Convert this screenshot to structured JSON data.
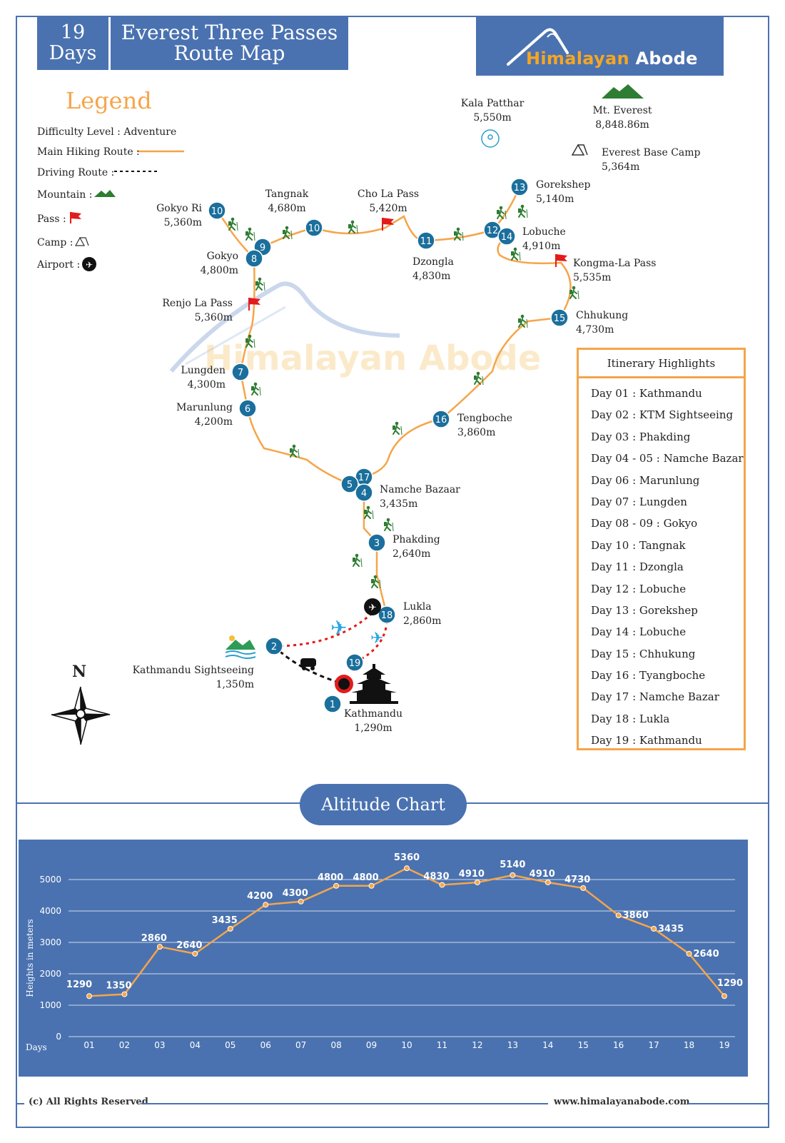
{
  "header": {
    "days_number": "19",
    "days_label": "Days",
    "title_line1": "Everest Three Passes",
    "title_line2": "Route Map",
    "logo_word1": "Himalayan",
    "logo_word2": "Abode",
    "watermark": "Himalayan Abode"
  },
  "legend": {
    "title": "Legend",
    "difficulty_label": "Difficulty Level :",
    "difficulty_value": "Adventure",
    "main_route_label": "Main Hiking Route :",
    "driving_route_label": "Driving Route :",
    "mountain_label": "Mountain :",
    "pass_label": "Pass :",
    "camp_label": "Camp :",
    "airport_label": "Airport :"
  },
  "places": {
    "kala_patthar": {
      "name": "Kala Patthar",
      "alt": "5,550m"
    },
    "mt_everest": {
      "name": "Mt. Everest",
      "alt": "8,848.86m"
    },
    "everest_base_camp": {
      "name": "Everest Base Camp",
      "alt": "5,364m"
    },
    "gokyo_ri": {
      "name": "Gokyo Ri",
      "alt": "5,360m"
    },
    "tangnak": {
      "name": "Tangnak",
      "alt": "4,680m"
    },
    "cho_la": {
      "name": "Cho La Pass",
      "alt": "5,420m"
    },
    "gorekshep": {
      "name": "Gorekshep",
      "alt": "5,140m"
    },
    "lobuche": {
      "name": "Lobuche",
      "alt": "4,910m"
    },
    "dzongla": {
      "name": "Dzongla",
      "alt": "4,830m"
    },
    "gokyo": {
      "name": "Gokyo",
      "alt": "4,800m"
    },
    "kongma_la": {
      "name": "Kongma-La Pass",
      "alt": "5,535m"
    },
    "renjo_la": {
      "name": "Renjo La Pass",
      "alt": "5,360m"
    },
    "chhukung": {
      "name": "Chhukung",
      "alt": "4,730m"
    },
    "lungden": {
      "name": "Lungden",
      "alt": "4,300m"
    },
    "marunlung": {
      "name": "Marunlung",
      "alt": "4,200m"
    },
    "tengboche": {
      "name": "Tengboche",
      "alt": "3,860m"
    },
    "namche": {
      "name": "Namche Bazaar",
      "alt": "3,435m"
    },
    "phakding": {
      "name": "Phakding",
      "alt": "2,640m"
    },
    "lukla": {
      "name": "Lukla",
      "alt": "2,860m"
    },
    "ktm_sightseeing": {
      "name": "Kathmandu Sightseeing",
      "alt": "1,350m"
    },
    "kathmandu": {
      "name": "Kathmandu",
      "alt": "1,290m"
    }
  },
  "markers": [
    "10",
    "9",
    "8",
    "10",
    "11",
    "13",
    "12",
    "14",
    "15",
    "7",
    "6",
    "16",
    "17",
    "5",
    "4",
    "3",
    "18",
    "2",
    "19",
    "1"
  ],
  "compass_label": "N",
  "itinerary": {
    "title": "Itinerary Highlights",
    "items": [
      "Day 01 : Kathmandu",
      "Day 02 : KTM Sightseeing",
      "Day 03 : Phakding",
      "Day 04 - 05 : Namche Bazar",
      "Day 06 : Marunlung",
      "Day 07 : Lungden",
      "Day 08 - 09 : Gokyo",
      "Day 10 : Tangnak",
      "Day 11 : Dzongla",
      "Day 12 : Lobuche",
      "Day 13 : Gorekshep",
      "Day 14 : Lobuche",
      "Day 15 : Chhukung",
      "Day 16 : Tyangboche",
      "Day 17 : Namche Bazar",
      "Day 18 : Lukla",
      "Day 19 : Kathmandu"
    ]
  },
  "altitude_chart_title": "Altitude Chart",
  "chart_data": {
    "type": "line",
    "ylabel": "Heights in meters",
    "xlabel": "Days",
    "ylim": [
      0,
      5000
    ],
    "yticks": [
      0,
      1000,
      2000,
      3000,
      4000,
      5000
    ],
    "categories": [
      "01",
      "02",
      "03",
      "04",
      "05",
      "06",
      "07",
      "08",
      "09",
      "10",
      "11",
      "12",
      "13",
      "14",
      "15",
      "16",
      "17",
      "18",
      "19"
    ],
    "values": [
      1290,
      1350,
      2860,
      2640,
      3435,
      4200,
      4300,
      4800,
      4800,
      5360,
      4830,
      4910,
      5140,
      4910,
      4730,
      3860,
      3435,
      2640,
      1290
    ],
    "grid": true,
    "line_color": "#f5a54a"
  },
  "footer": {
    "left": "(c) All Rights Reserved",
    "right": "www.himalayanabode.com"
  },
  "colors": {
    "brand_blue": "#4a72b0",
    "marker_blue": "#1b6f9c",
    "route_orange": "#f5a54a",
    "pass_red": "#e31b1b",
    "hiker_green": "#2e7d32"
  }
}
